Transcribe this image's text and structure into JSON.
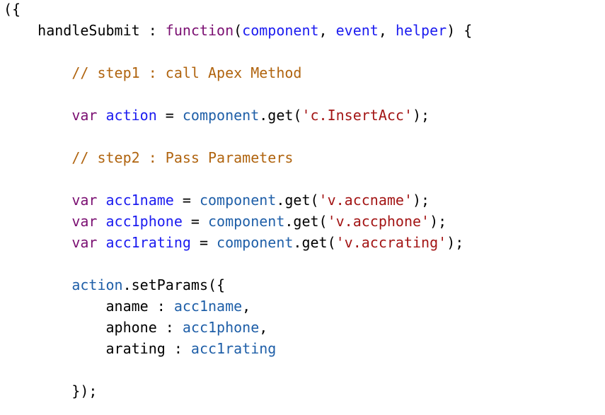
{
  "colors": {
    "keyword": "#7b1072",
    "param": "#1b1bf0",
    "ident": "#1f5fa8",
    "string": "#a31515",
    "comment": "#b0640f"
  },
  "lines": [
    [
      [
        "({",
        "plain"
      ]
    ],
    [
      [
        "    handleSubmit : ",
        "plain"
      ],
      [
        "function",
        "keyword"
      ],
      [
        "(",
        "plain"
      ],
      [
        "component",
        "param"
      ],
      [
        ", ",
        "plain"
      ],
      [
        "event",
        "param"
      ],
      [
        ", ",
        "plain"
      ],
      [
        "helper",
        "param"
      ],
      [
        ") {",
        "plain"
      ]
    ],
    [],
    [
      [
        "        // step1 : call Apex Method",
        "comment"
      ]
    ],
    [],
    [
      [
        "        ",
        "plain"
      ],
      [
        "var",
        "keyword"
      ],
      [
        " ",
        "plain"
      ],
      [
        "action",
        "param"
      ],
      [
        " = ",
        "plain"
      ],
      [
        "component",
        "ident"
      ],
      [
        ".get(",
        "plain"
      ],
      [
        "'c.InsertAcc'",
        "string"
      ],
      [
        ");",
        "plain"
      ]
    ],
    [],
    [
      [
        "        // step2 : Pass Parameters",
        "comment"
      ]
    ],
    [],
    [
      [
        "        ",
        "plain"
      ],
      [
        "var",
        "keyword"
      ],
      [
        " ",
        "plain"
      ],
      [
        "acc1name",
        "param"
      ],
      [
        " = ",
        "plain"
      ],
      [
        "component",
        "ident"
      ],
      [
        ".get(",
        "plain"
      ],
      [
        "'v.accname'",
        "string"
      ],
      [
        ");",
        "plain"
      ]
    ],
    [
      [
        "        ",
        "plain"
      ],
      [
        "var",
        "keyword"
      ],
      [
        " ",
        "plain"
      ],
      [
        "acc1phone",
        "param"
      ],
      [
        " = ",
        "plain"
      ],
      [
        "component",
        "ident"
      ],
      [
        ".get(",
        "plain"
      ],
      [
        "'v.accphone'",
        "string"
      ],
      [
        ");",
        "plain"
      ]
    ],
    [
      [
        "        ",
        "plain"
      ],
      [
        "var",
        "keyword"
      ],
      [
        " ",
        "plain"
      ],
      [
        "acc1rating",
        "param"
      ],
      [
        " = ",
        "plain"
      ],
      [
        "component",
        "ident"
      ],
      [
        ".get(",
        "plain"
      ],
      [
        "'v.accrating'",
        "string"
      ],
      [
        ");",
        "plain"
      ]
    ],
    [],
    [
      [
        "        ",
        "plain"
      ],
      [
        "action",
        "ident"
      ],
      [
        ".setParams({",
        "plain"
      ]
    ],
    [
      [
        "            aname : ",
        "plain"
      ],
      [
        "acc1name",
        "ident"
      ],
      [
        ",",
        "plain"
      ]
    ],
    [
      [
        "            aphone : ",
        "plain"
      ],
      [
        "acc1phone",
        "ident"
      ],
      [
        ",",
        "plain"
      ]
    ],
    [
      [
        "            arating : ",
        "plain"
      ],
      [
        "acc1rating",
        "ident"
      ]
    ],
    [],
    [
      [
        "        });",
        "plain"
      ]
    ]
  ]
}
